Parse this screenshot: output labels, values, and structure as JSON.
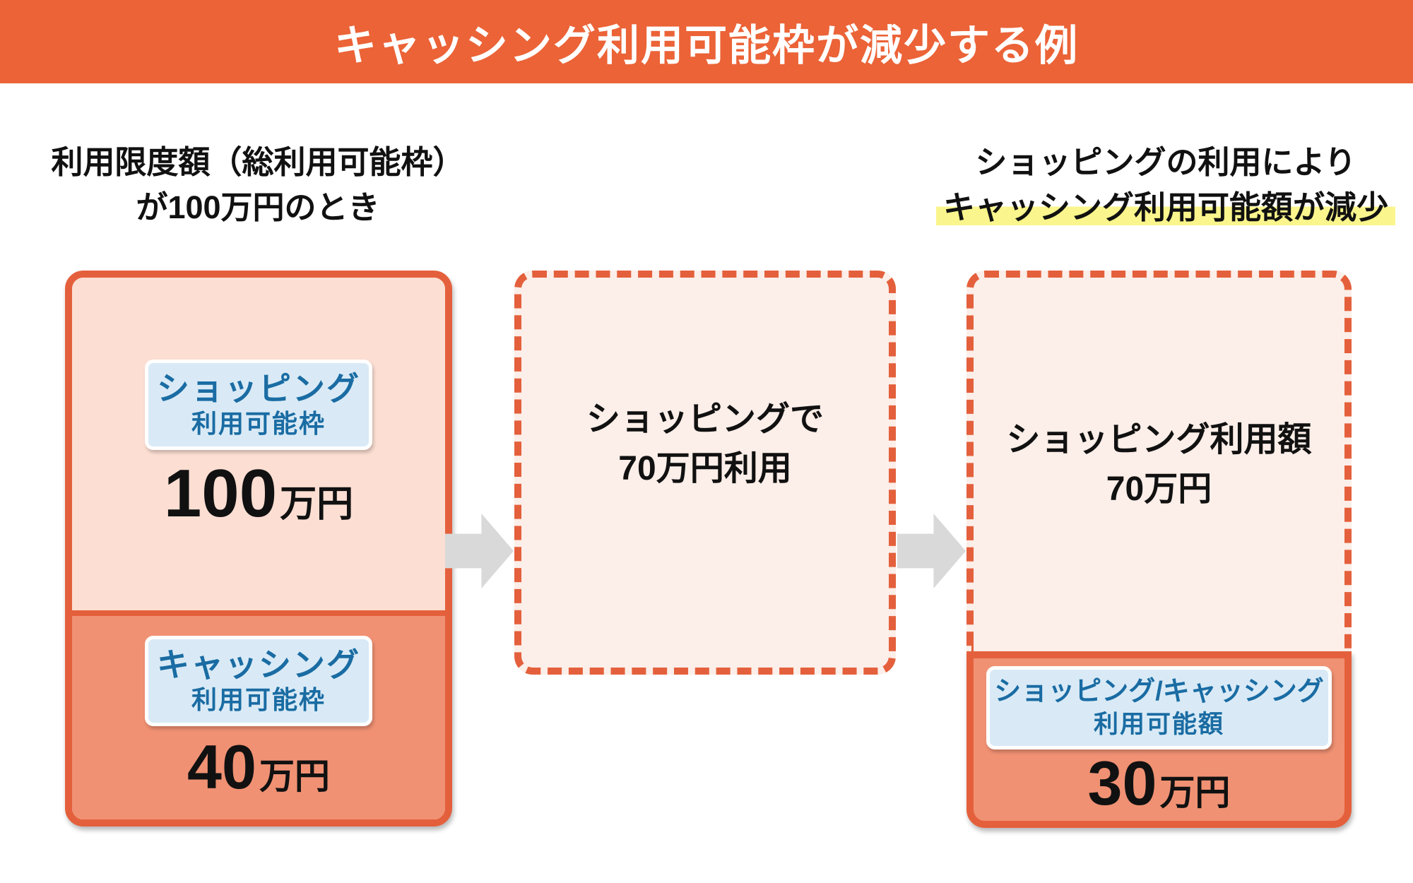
{
  "header": {
    "title": "キャッシング利用可能枠が減少する例"
  },
  "left_panel": {
    "heading_line1": "利用限度額（総利用可能枠）",
    "heading_line2": "が100万円のとき",
    "shopping": {
      "label_line1": "ショッピング",
      "label_line2": "利用可能枠",
      "amount_number": "100",
      "amount_unit": "万円"
    },
    "cashing": {
      "label_line1": "キャッシング",
      "label_line2": "利用可能枠",
      "amount_number": "40",
      "amount_unit": "万円"
    }
  },
  "middle_panel": {
    "text_line1": "ショッピングで",
    "text_line2": "70万円利用"
  },
  "right_panel": {
    "heading_line1": "ショッピングの利用により",
    "heading_line2": "キャッシング利用可能額が減少",
    "usage": {
      "text_line1": "ショッピング利用額",
      "text_line2": "70万円"
    },
    "available": {
      "label_line1": "ショッピング/キャッシング",
      "label_line2": "利用可能額",
      "amount_number": "30",
      "amount_unit": "万円"
    }
  },
  "colors": {
    "header_bg": "#EB6337",
    "box_border": "#E4603C",
    "fill_pink": "#FCDED2",
    "fill_salmon": "#F09173",
    "fill_pale": "#FCEEE8",
    "chip_bg": "#D9EAF6",
    "chip_text": "#1A6CA3",
    "highlight": "#FAF58C",
    "arrow_gray": "#D9D9D9",
    "text_dark": "#111111"
  }
}
